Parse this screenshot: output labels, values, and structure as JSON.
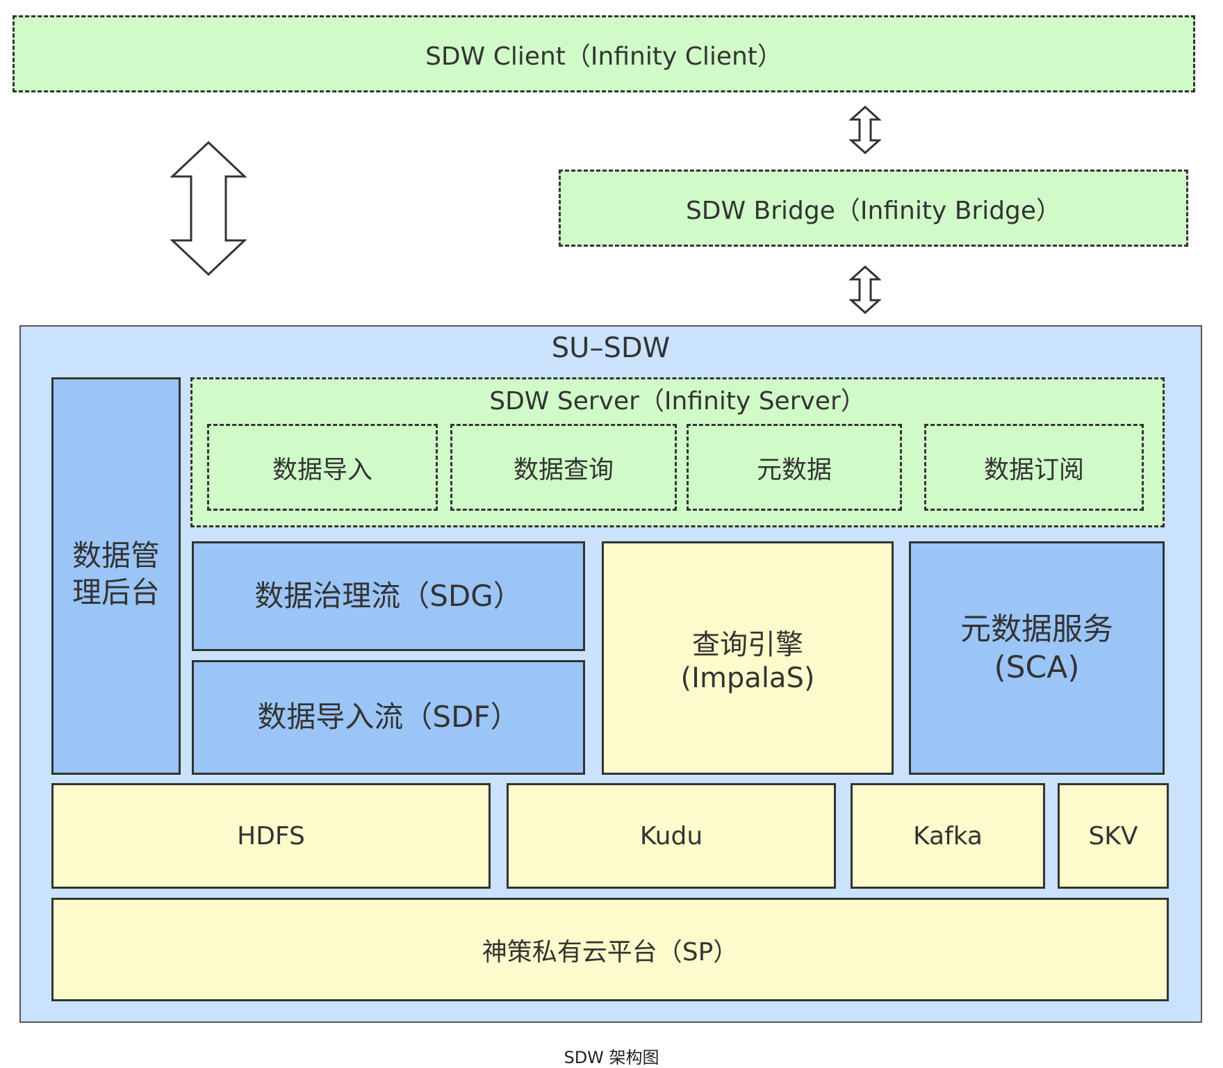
{
  "client": {
    "label": "SDW Client（Infinity Client）"
  },
  "bridge": {
    "label": "SDW Bridge（Infinity Bridge）"
  },
  "platform": {
    "title": "SU–SDW",
    "admin": {
      "label": "数据管\n理后台"
    },
    "server": {
      "title": "SDW Server（Infinity Server）",
      "modules": [
        "数据导入",
        "数据查询",
        "元数据",
        "数据订阅"
      ]
    },
    "sdg": {
      "label": "数据治理流（SDG）"
    },
    "sdf": {
      "label": "数据导入流（SDF）"
    },
    "query_engine": {
      "label": "查询引擎\n(ImpalaS)"
    },
    "metadata_service": {
      "label": "元数据服务\n(SCA)"
    },
    "storage": [
      "HDFS",
      "Kudu",
      "Kafka",
      "SKV"
    ],
    "base": {
      "label": "神策私有云平台（SP）"
    }
  },
  "caption": "SDW 架构图"
}
